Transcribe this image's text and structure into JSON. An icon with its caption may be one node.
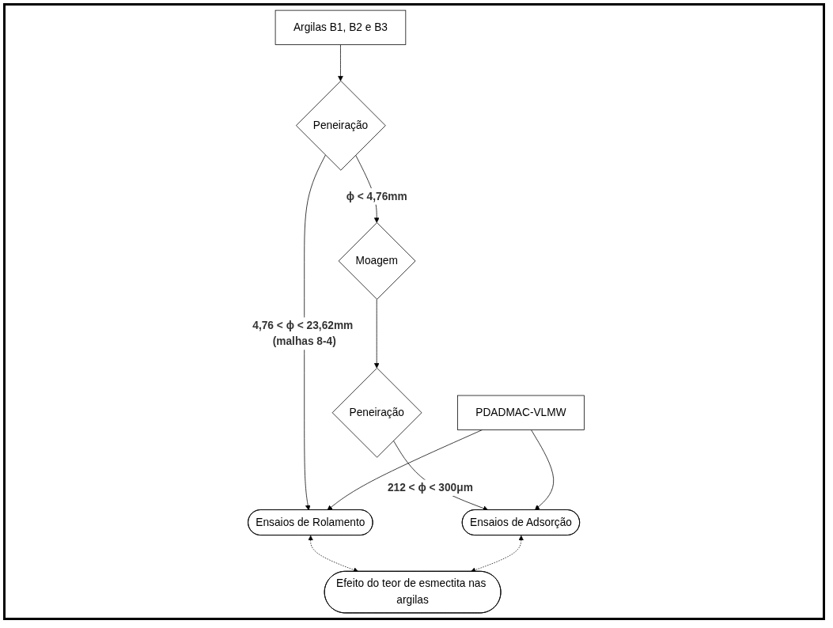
{
  "diagram": {
    "nodes": [
      {
        "text": [
          "Argilas B1, B2 e B3"
        ]
      },
      {
        "text": [
          "Peneiração"
        ]
      },
      {
        "text": [
          "Moagem"
        ]
      },
      {
        "text": [
          "Peneiração"
        ]
      },
      {
        "text": [
          "PDADMAC-VLMW"
        ]
      },
      {
        "text": [
          "Ensaios de Rolamento"
        ]
      },
      {
        "text": [
          "Ensaios de Adsorção"
        ]
      },
      {
        "text": [
          "Efeito do teor de esmectita nas argilas"
        ]
      }
    ],
    "edges": [
      {
        "from": 0,
        "to": 1,
        "arrow": "to"
      },
      {
        "from": 1,
        "to": 2,
        "arrow": "to",
        "label": "ϕ < 4,76mm"
      },
      {
        "from": 2,
        "to": 3,
        "arrow": "to"
      },
      {
        "from": 1,
        "to": 5,
        "arrow": "to",
        "label": "4,76 < ϕ < 23,62mm (malhas 8-4)"
      },
      {
        "from": 3,
        "to": 6,
        "arrow": "to",
        "label": "212 < ϕ < 300μm"
      },
      {
        "from": 4,
        "to": 5,
        "arrow": "to"
      },
      {
        "from": 4,
        "to": 6,
        "arrow": "to"
      },
      {
        "from": 5,
        "to": 7,
        "arrow": "both",
        "style": "dashed"
      },
      {
        "from": 6,
        "to": 7,
        "arrow": "both",
        "style": "dashed"
      }
    ]
  }
}
